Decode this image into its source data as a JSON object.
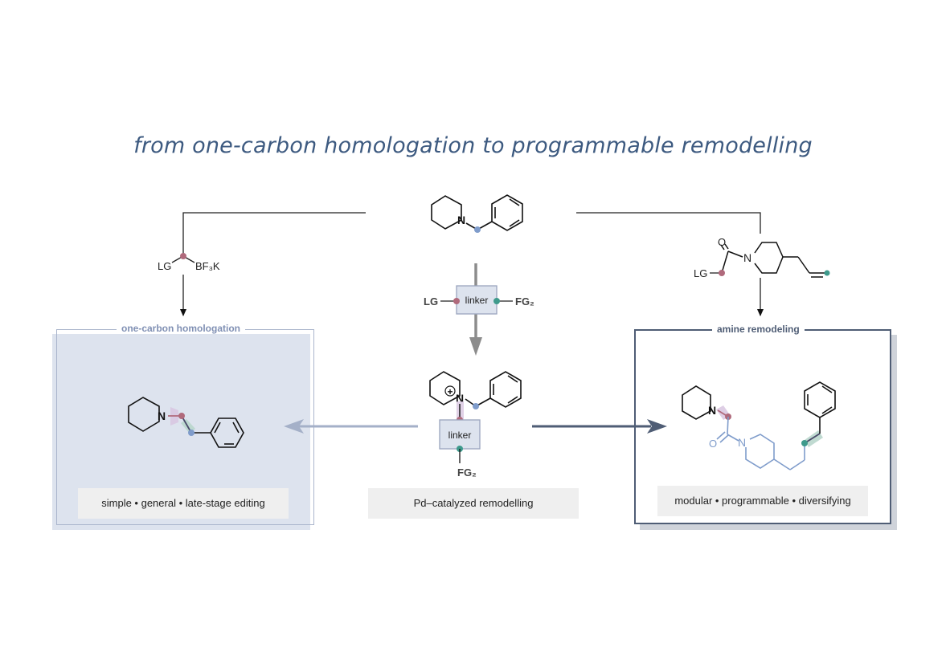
{
  "title": "from one-carbon homologation to programmable remodelling",
  "left_panel": {
    "heading": "one-carbon homologation",
    "caption": "simple  •  general  •  late-stage editing",
    "reagent_lg": "LG",
    "reagent_bf3k": "BF₃K"
  },
  "center": {
    "linker_top": "linker",
    "linker_bottom": "linker",
    "lg": "LG",
    "fg2_top": "FG₂",
    "fg2_bottom": "FG₂",
    "atom_n": "N",
    "atom_n_cation": "N",
    "charge": "+",
    "caption": "Pd–catalyzed remodelling"
  },
  "right_panel": {
    "heading": "amine remodeling",
    "caption": "modular  •  programmable  •  diversifying",
    "reagent_lg": "LG",
    "reagent_o": "O",
    "reagent_n": "N",
    "product_n1": "N",
    "product_n2": "N",
    "product_o": "O"
  },
  "left_product": {
    "atom_n": "N"
  },
  "colors": {
    "title": "#3d5a80",
    "pink_dot": "#b06a7c",
    "blue_dot": "#7f9ccb",
    "teal_dot": "#3e9a8c",
    "slate_arrow": "#4f5d75",
    "light_arrow": "#a4b0c8",
    "gray_arrow": "#8c8c8c"
  }
}
